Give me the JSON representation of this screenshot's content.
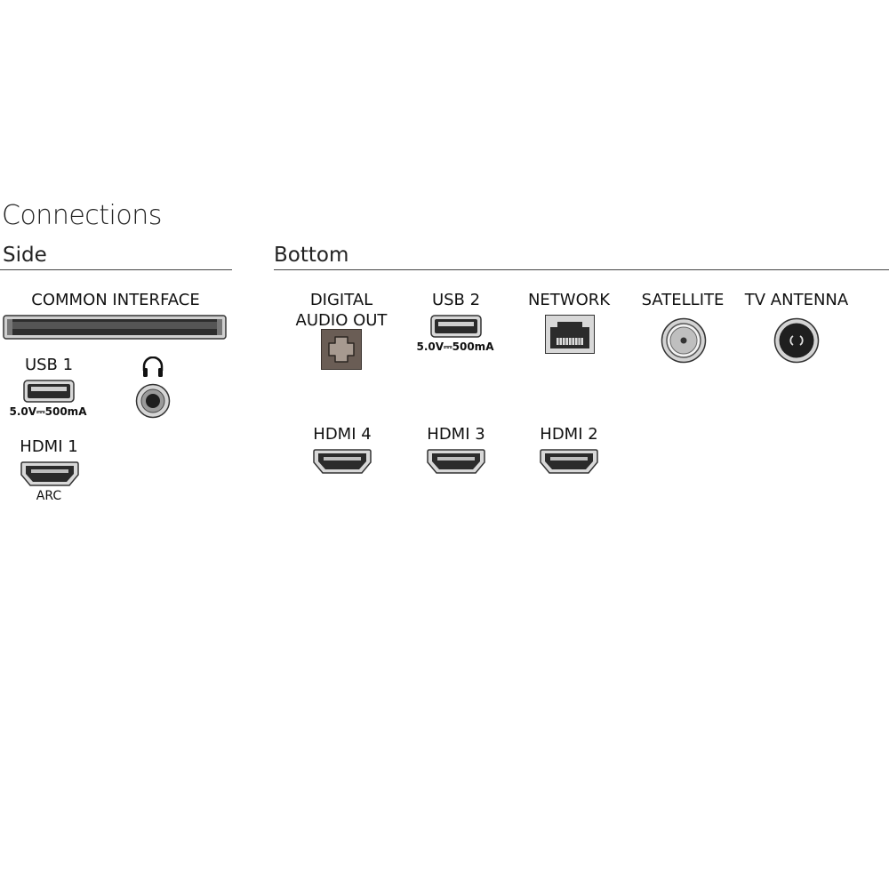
{
  "title": "Connections",
  "sections": {
    "side": "Side",
    "bottom": "Bottom"
  },
  "side": {
    "common_interface": "COMMON INTERFACE",
    "usb1": {
      "label": "USB 1",
      "spec": "5.0V⎓500mA"
    },
    "headphone": {
      "icon": "headphones-icon"
    },
    "hdmi1": {
      "label": "HDMI 1",
      "note": "ARC"
    }
  },
  "bottom": {
    "digital_audio_out": {
      "line1": "DIGITAL",
      "line2": "AUDIO OUT"
    },
    "usb2": {
      "label": "USB 2",
      "spec": "5.0V⎓500mA"
    },
    "network": "NETWORK",
    "satellite": "SATELLITE",
    "tv_antenna": "TV ANTENNA",
    "hdmi4": "HDMI 4",
    "hdmi3": "HDMI 3",
    "hdmi2": "HDMI 2"
  },
  "colors": {
    "port_dark": "#333333",
    "port_light": "#bdbdbd",
    "optical": "#6a5d55"
  }
}
